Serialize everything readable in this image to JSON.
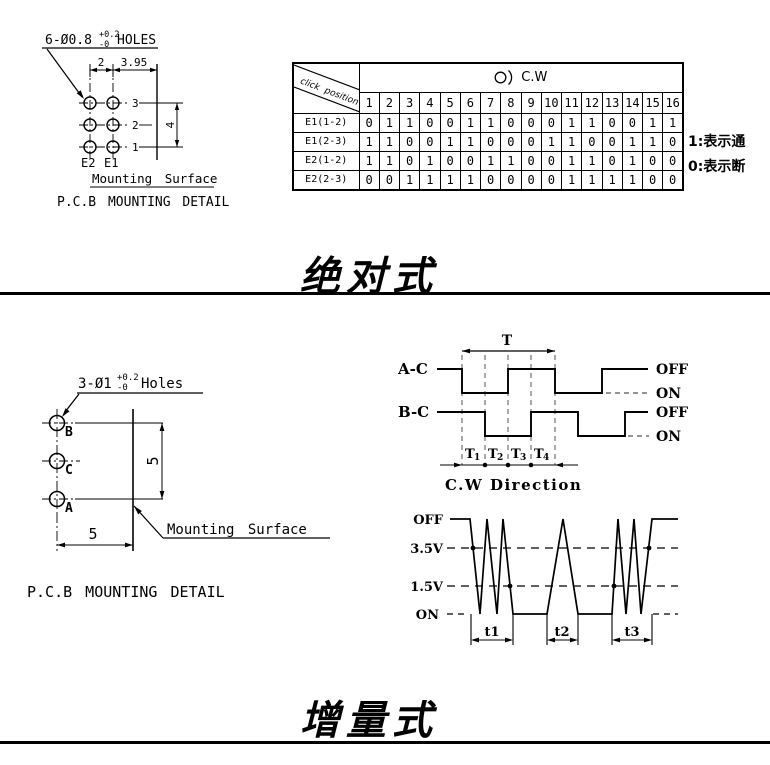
{
  "colors": {
    "ink": "#000000",
    "paper": "#ffffff",
    "dash_gray": "#555555"
  },
  "drawing_top": {
    "note_prefix": "6-Ø0.8",
    "note_tol_plus": "+0.2",
    "note_tol_minus": "-0",
    "note_suffix": "HOLES",
    "dim_col_spacing": "2",
    "dim_col_to_surface": "3.95",
    "dim_row_span": "4",
    "pin_labels": [
      "3",
      "2",
      "1"
    ],
    "terminal_labels": [
      "E2",
      "E1"
    ],
    "surface_label": "Mounting Surface",
    "caption": "P.C.B MOUNTING DETAIL"
  },
  "truth_table": {
    "corner_label": "click position",
    "rotation_label": "C.W",
    "columns": [
      "1",
      "2",
      "3",
      "4",
      "5",
      "6",
      "7",
      "8",
      "9",
      "10",
      "11",
      "12",
      "13",
      "14",
      "15",
      "16"
    ],
    "rows": [
      {
        "label": "E1(1-2)",
        "values": [
          0,
          1,
          1,
          0,
          0,
          1,
          1,
          0,
          0,
          0,
          1,
          1,
          0,
          0,
          1,
          1
        ]
      },
      {
        "label": "E1(2-3)",
        "values": [
          1,
          1,
          0,
          0,
          1,
          1,
          0,
          0,
          0,
          1,
          1,
          0,
          0,
          1,
          1,
          0
        ]
      },
      {
        "label": "E2(1-2)",
        "values": [
          1,
          1,
          0,
          1,
          0,
          0,
          1,
          1,
          0,
          0,
          1,
          1,
          0,
          1,
          0,
          0
        ]
      },
      {
        "label": "E2(2-3)",
        "values": [
          0,
          0,
          1,
          1,
          1,
          1,
          0,
          0,
          0,
          0,
          1,
          1,
          1,
          1,
          0,
          0
        ]
      }
    ],
    "legend": [
      {
        "text": "1:表示通"
      },
      {
        "text": "0:表示断"
      }
    ]
  },
  "section_absolute": {
    "title": "绝对式"
  },
  "drawing_bottom": {
    "note_prefix": "3-Ø1",
    "note_tol_plus": "+0.2",
    "note_tol_minus": "-0",
    "note_suffix": "Holes",
    "hole_labels": [
      "B",
      "C",
      "A"
    ],
    "dim_vertical": "5",
    "dim_horizontal": "5",
    "surface_label": "Mounting Surface",
    "caption": "P.C.B MOUNTING DETAIL"
  },
  "timing_diagram": {
    "period_label": "T",
    "trace_a_label": "A-C",
    "trace_b_label": "B-C",
    "off_label": "OFF",
    "on_label": "ON",
    "t_marks": [
      {
        "base": "T",
        "sub": "1"
      },
      {
        "base": "T",
        "sub": "2"
      },
      {
        "base": "T",
        "sub": "3"
      },
      {
        "base": "T",
        "sub": "4"
      }
    ],
    "direction_label": "C.W Direction"
  },
  "bounce_diagram": {
    "level_labels": [
      "OFF",
      "3.5V",
      "1.5V",
      "ON"
    ],
    "interval_labels": [
      "t1",
      "t2",
      "t3"
    ]
  },
  "section_incremental": {
    "title": "增量式"
  }
}
